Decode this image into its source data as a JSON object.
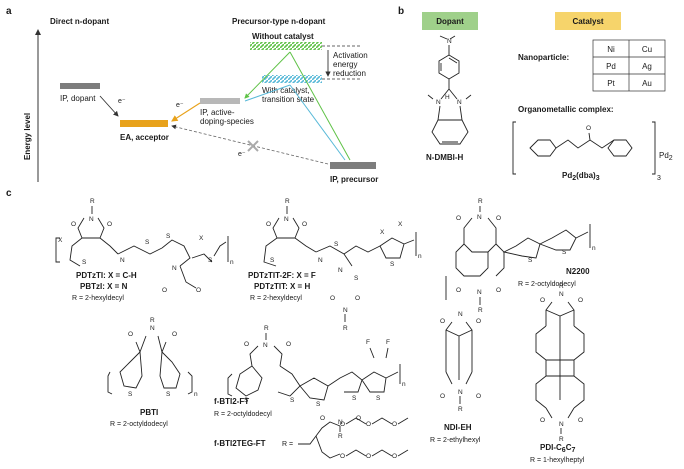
{
  "panel_a": {
    "label": "a",
    "direct_title": "Direct n-dopant",
    "precursor_title": "Precursor-type n-dopant",
    "y_axis_label": "Energy level",
    "ip_dopant": "IP, dopant",
    "electron": "e⁻",
    "ea_acceptor": "EA, acceptor",
    "ip_active_l1": "IP, active-",
    "ip_active_l2": "doping-species",
    "without_catalyst": "Without catalyst",
    "activation_l1": "Activation",
    "activation_l2": "energy",
    "activation_l3": "reduction",
    "with_catalyst_l1": "With catalyst,",
    "with_catalyst_l2": "transition state",
    "ip_precursor": "IP, precursor",
    "colors": {
      "acceptor": "#e8a21b",
      "green": "#5fc247",
      "blue": "#58b9d8",
      "dopant": "#7d7d7d",
      "active": "#b8b8b8"
    }
  },
  "panel_b": {
    "label": "b",
    "dopant_tag": "Dopant",
    "catalyst_tag": "Catalyst",
    "dopant_name": "N-DMBI-H",
    "nanoparticle_label": "Nanoparticle:",
    "metals": [
      [
        "Ni",
        "Cu"
      ],
      [
        "Pd",
        "Ag"
      ],
      [
        "Pt",
        "Au"
      ]
    ],
    "organometallic_label": "Organometallic complex:",
    "pd2": "Pd",
    "pd2_sub": "2",
    "complex_name": "Pd",
    "complex_sub": "2",
    "complex_name_tail": "(dba)",
    "complex_sub_tail": "3",
    "bracket_sub": "3",
    "atom_n": "N",
    "atom_h": "H",
    "atom_o": "O",
    "colors": {
      "dopant_tag": "#9fd08a",
      "catalyst_tag": "#f6d46b"
    }
  },
  "panel_c": {
    "label": "c",
    "pdtztl": "PDTzTI: X = C-H",
    "pbtzi": "PBTzI: X = N",
    "r_hexyldecyl": "R = 2-hexyldecyl",
    "pdtztit2f": "PDTzTIT-2F: X = F",
    "pdtztit": "PDTzTIT: X = H",
    "r_hexyldecyl2": "R = 2-hexyldecyl",
    "n2200": "N2200",
    "r_octyldodecyl": "R = 2-octyldodecyl",
    "pbti": "PBTI",
    "r_octyldodecyl2": "R = 2-octyldodecyl",
    "fbti2ft": "f-BTI2-FT",
    "r_octyldodecyl3": "R = 2-octyldodecyl",
    "fbti2tegft": "f-BTI2TEG-FT",
    "r_eq": "R =",
    "ndi_eh": "NDI-EH",
    "r_ethylhexyl": "R = 2-ethylhexyl",
    "pdi": "PDI-C",
    "pdi_sub1": "6",
    "pdi_c": "C",
    "pdi_sub2": "7",
    "r_hexylheptyl": "R = 1-hexylheptyl",
    "atoms": {
      "O": "O",
      "N": "N",
      "S": "S",
      "R": "R",
      "X": "X",
      "F": "F",
      "n": "n"
    }
  }
}
